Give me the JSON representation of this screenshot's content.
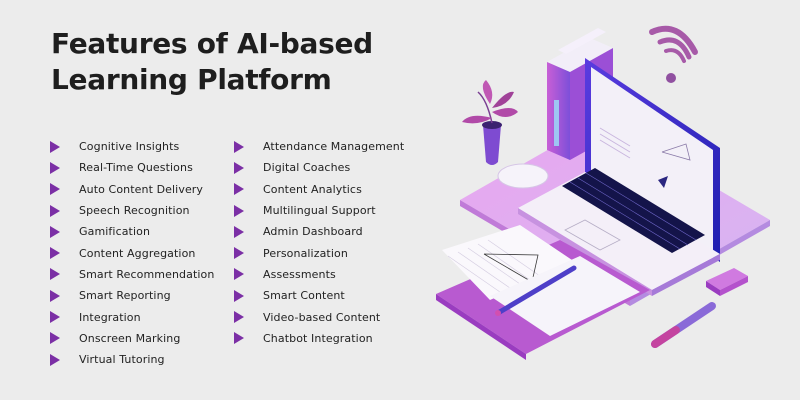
{
  "title": {
    "line1": "Features of AI-based",
    "line2": "Learning Platform"
  },
  "colors": {
    "background": "#ececec",
    "bullet": "#7b2fa5",
    "title_text": "#1e1e1e",
    "accent_purple": "#8e44ad",
    "accent_pink": "#d57ee0",
    "accent_blue": "#2f2fb8"
  },
  "features": {
    "left": [
      {
        "label": "Cognitive Insights",
        "icon": "triangle-bullet-icon"
      },
      {
        "label": "Real-Time Questions",
        "icon": "triangle-bullet-icon"
      },
      {
        "label": "Auto Content Delivery",
        "icon": "triangle-bullet-icon"
      },
      {
        "label": "Speech Recognition",
        "icon": "triangle-bullet-icon"
      },
      {
        "label": "Gamification",
        "icon": "triangle-bullet-icon"
      },
      {
        "label": "Content Aggregation",
        "icon": "triangle-bullet-icon"
      },
      {
        "label": "Smart Recommendation",
        "icon": "triangle-bullet-icon"
      },
      {
        "label": "Smart Reporting",
        "icon": "triangle-bullet-icon"
      },
      {
        "label": "Integration",
        "icon": "triangle-bullet-icon"
      },
      {
        "label": "Onscreen Marking",
        "icon": "triangle-bullet-icon"
      },
      {
        "label": "Virtual Tutoring",
        "icon": "triangle-bullet-icon"
      }
    ],
    "right": [
      {
        "label": "Attendance Management",
        "icon": "triangle-bullet-icon"
      },
      {
        "label": "Digital Coaches",
        "icon": "triangle-bullet-icon"
      },
      {
        "label": "Content Analytics",
        "icon": "triangle-bullet-icon"
      },
      {
        "label": "Multilingual Support",
        "icon": "triangle-bullet-icon"
      },
      {
        "label": "Admin Dashboard",
        "icon": "triangle-bullet-icon"
      },
      {
        "label": "Personalization",
        "icon": "triangle-bullet-icon"
      },
      {
        "label": "Assessments",
        "icon": "triangle-bullet-icon"
      },
      {
        "label": "Smart Content",
        "icon": "triangle-bullet-icon"
      },
      {
        "label": "Video-based Content",
        "icon": "triangle-bullet-icon"
      },
      {
        "label": "Chatbot Integration",
        "icon": "triangle-bullet-icon"
      }
    ]
  },
  "illustration": {
    "description": "Isometric laptop with books, potted plant, wifi symbol, mouse, notebook with pen, eraser and marker",
    "elements": [
      "laptop-icon",
      "books-icon",
      "plant-icon",
      "wifi-icon",
      "mouse-icon",
      "notebook-icon",
      "pen-icon",
      "eraser-icon",
      "marker-icon"
    ]
  }
}
